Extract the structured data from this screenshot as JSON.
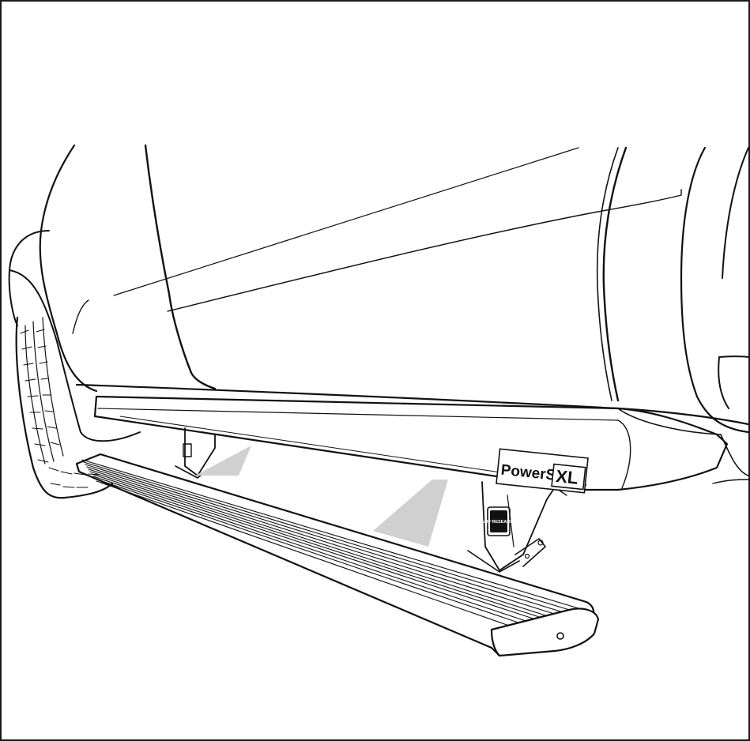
{
  "illustration": {
    "logo_text": "PowerStep",
    "logo_suffix": "XL",
    "motor_badge_text": "AMP RESEARCH"
  },
  "colors": {
    "line": "#111111",
    "light_beam": "#d0d0d0",
    "background": "#ffffff"
  }
}
